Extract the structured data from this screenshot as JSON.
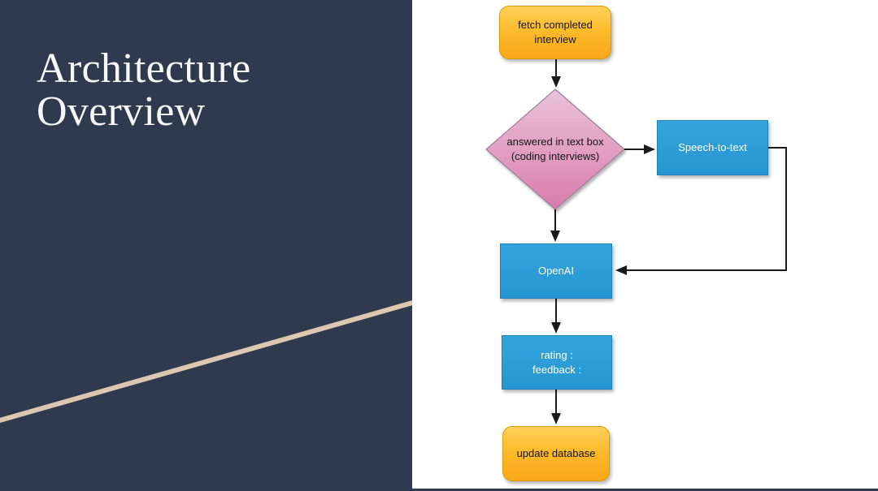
{
  "slide": {
    "title": {
      "line1": "Architecture",
      "line2": "Overview"
    },
    "theme": {
      "panel_color": "#2f3a4e",
      "accent_line_color": "#dcc7b0",
      "title_color": "#f7f8fa",
      "canvas_color": "#ffffff"
    }
  },
  "flowchart": {
    "nodes": [
      {
        "id": "fetch-completed-interview",
        "type": "rounded-rect-terminator",
        "fill": "orange-gradient",
        "fill_top": "#ffd05a",
        "fill_bottom": "#f9a61a",
        "label": "fetch completed interview"
      },
      {
        "id": "answered-in-text-box",
        "type": "decision-diamond",
        "fill": "pink-gradient",
        "fill_top": "#e9c2da",
        "fill_bottom": "#da7cab",
        "label_line1": "answered in text box",
        "label_line2": "(coding interviews)"
      },
      {
        "id": "speech-to-text",
        "type": "process-rect",
        "fill": "blue",
        "fill_color": "#2a9edb",
        "label": "Speech-to-text"
      },
      {
        "id": "openai",
        "type": "process-rect",
        "fill": "blue",
        "fill_color": "#2a9edb",
        "label": "OpenAI"
      },
      {
        "id": "rating-feedback",
        "type": "process-rect",
        "fill": "blue",
        "fill_color": "#2a9edb",
        "label_line1": "rating :",
        "label_line2": "feedback :"
      },
      {
        "id": "update-database",
        "type": "rounded-rect-terminator",
        "fill": "orange-gradient",
        "fill_top": "#ffd05a",
        "fill_bottom": "#f9a61a",
        "label": "update database"
      }
    ],
    "edges": [
      {
        "from": "fetch-completed-interview",
        "to": "answered-in-text-box"
      },
      {
        "from": "answered-in-text-box",
        "to": "speech-to-text"
      },
      {
        "from": "answered-in-text-box",
        "to": "openai"
      },
      {
        "from": "speech-to-text",
        "to": "openai"
      },
      {
        "from": "openai",
        "to": "rating-feedback"
      },
      {
        "from": "rating-feedback",
        "to": "update-database"
      }
    ],
    "edge_color": "#1a1a1a"
  }
}
